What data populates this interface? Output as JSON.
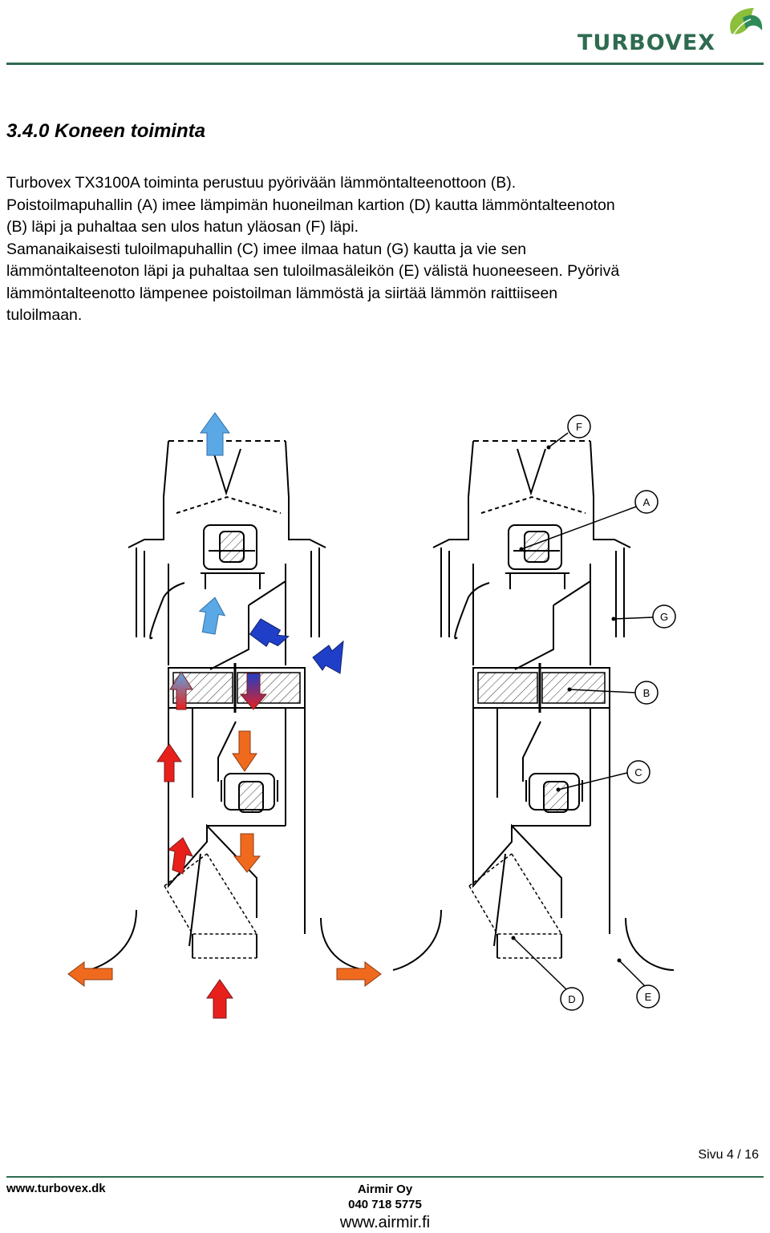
{
  "header": {
    "logo_text": "TURBOVEX"
  },
  "section_title": "3.4.0 Koneen toiminta",
  "body_lines": [
    "Turbovex TX3100A toiminta perustuu pyörivään lämmöntalteenottoon (B).",
    "Poistoilmapuhallin (A) imee lämpimän huoneilman kartion (D) kautta lämmöntalteenoton",
    "(B) läpi ja puhaltaa sen ulos hatun yläosan (F) läpi.",
    "Samanaikaisesti tuloilmapuhallin (C) imee ilmaa hatun (G) kautta ja vie sen",
    "lämmöntalteenoton läpi ja puhaltaa sen tuloilmasäleikön (E) välistä huoneeseen. Pyörivä",
    "lämmöntalteenotto lämpenee poistoilman lämmöstä ja siirtää lämmön raittiiseen",
    "tuloilmaan."
  ],
  "diagram": {
    "labels": {
      "f": "F",
      "a": "A",
      "g": "G",
      "b": "B",
      "c": "C",
      "d": "D",
      "e": "E"
    },
    "colors": {
      "hot": "#e8201c",
      "warm": "#f06a1e",
      "cool": "#5aa9e6",
      "cold": "#1f3fc8",
      "line": "#000000"
    }
  },
  "page_number": "Sivu 4 / 16",
  "footer": {
    "left": "www.turbovex.dk",
    "company": "Airmir Oy",
    "phone": "040 718 5775",
    "web": "www.airmir.fi"
  }
}
